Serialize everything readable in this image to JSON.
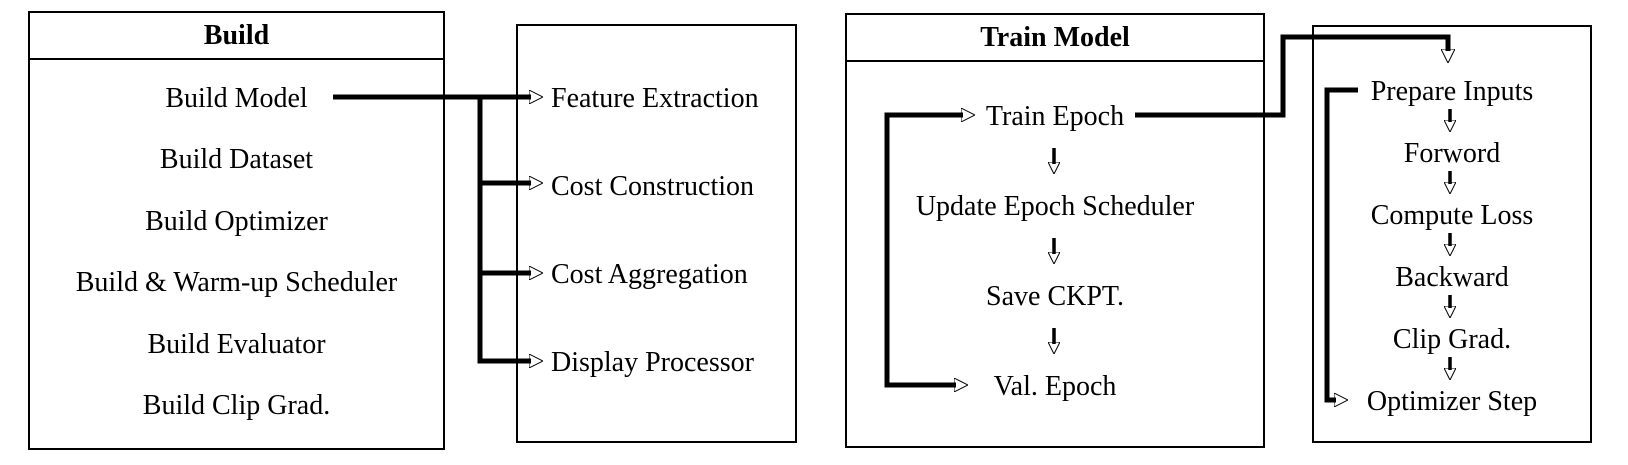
{
  "figure": {
    "background": "#ffffff",
    "ink": "#000000"
  },
  "boxes": {
    "build": {
      "title": "Build",
      "items": [
        "Build Model",
        "Build Dataset",
        "Build Optimizer",
        "Build & Warm-up Scheduler",
        "Build Evaluator",
        "Build Clip Grad."
      ]
    },
    "model_pipeline": {
      "items": [
        "Feature Extraction",
        "Cost Construction",
        "Cost Aggregation",
        "Display Processor"
      ]
    },
    "train_model": {
      "title": "Train Model",
      "items": [
        "Train Epoch",
        "Update Epoch Scheduler",
        "Save CKPT.",
        "Val. Epoch"
      ]
    },
    "train_step": {
      "items": [
        "Prepare Inputs",
        "Forword",
        "Compute Loss",
        "Backward",
        "Clip Grad.",
        "Optimizer Step"
      ]
    }
  },
  "connections": [
    {
      "type": "fanout",
      "from": "Build Model",
      "to": [
        "Feature Extraction",
        "Cost Construction",
        "Cost Aggregation",
        "Display Processor"
      ]
    },
    {
      "type": "sequence",
      "steps": [
        "Train Epoch",
        "Update Epoch Scheduler",
        "Save CKPT.",
        "Val. Epoch"
      ]
    },
    {
      "type": "loop-bracket",
      "between": [
        "Train Epoch",
        "Val. Epoch"
      ]
    },
    {
      "type": "link",
      "from": "Train Epoch",
      "to": "Prepare Inputs"
    },
    {
      "type": "sequence",
      "steps": [
        "Prepare Inputs",
        "Forword",
        "Compute Loss",
        "Backward",
        "Clip Grad.",
        "Optimizer Step"
      ]
    },
    {
      "type": "loop-bracket",
      "between": [
        "Prepare Inputs",
        "Optimizer Step"
      ]
    }
  ]
}
